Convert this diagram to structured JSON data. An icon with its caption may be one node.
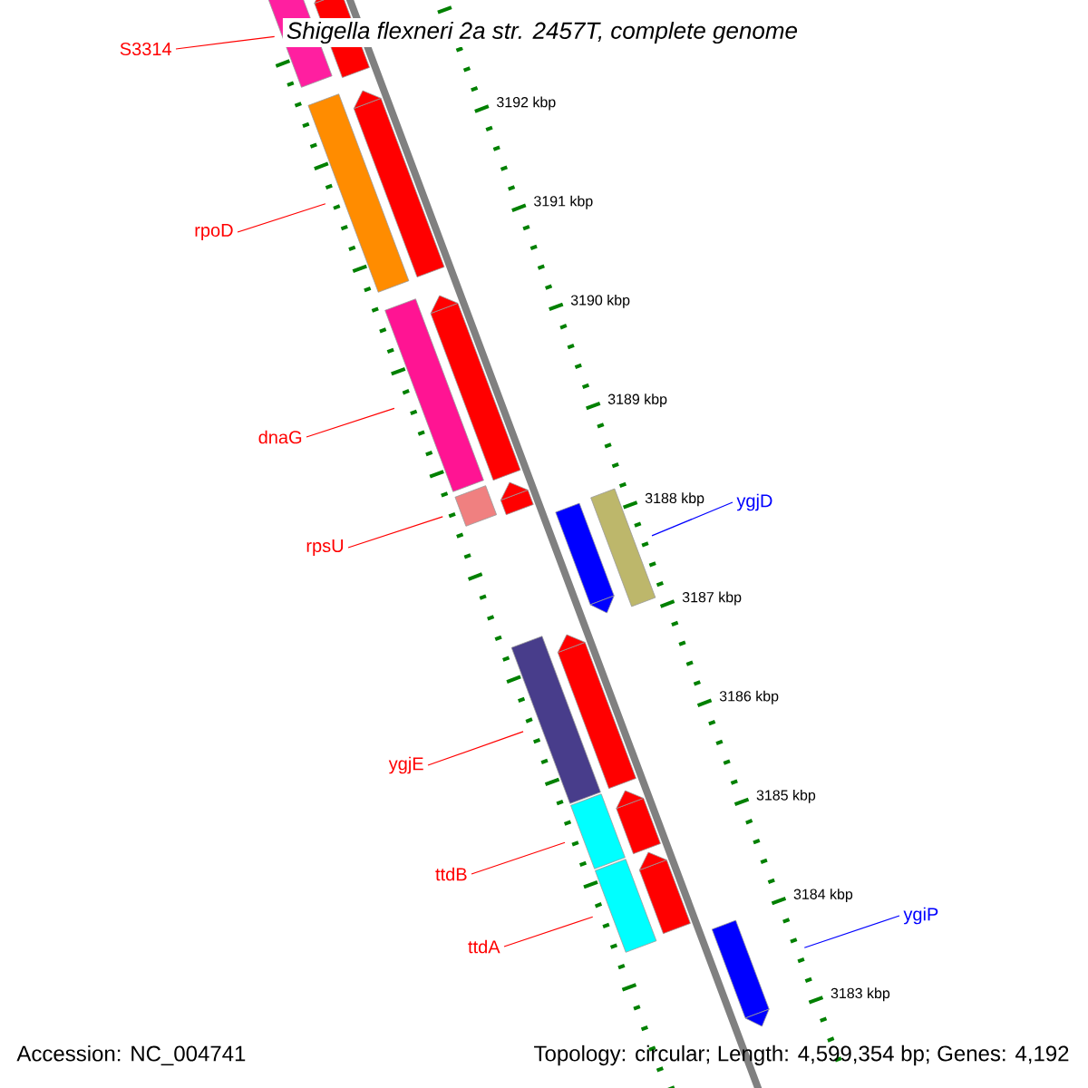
{
  "diagram": {
    "title": "Shigella flexneri 2a str. 2457T, complete genome",
    "nodes": [
      {
        "text": [
          "S3314"
        ]
      },
      {
        "text": [
          "rpoD"
        ]
      },
      {
        "text": [
          "dnaG"
        ]
      },
      {
        "text": [
          "rpsU"
        ]
      },
      {
        "text": [
          "ygjE"
        ]
      },
      {
        "text": [
          "ttdB"
        ]
      },
      {
        "text": [
          "ttdA"
        ]
      },
      {
        "text": [
          "ygjD"
        ]
      },
      {
        "text": [
          "ygiP"
        ]
      },
      {
        "text": [],
        "shape": "bar"
      },
      {
        "text": [],
        "shape": "bar"
      },
      {
        "text": [],
        "shape": "bar"
      },
      {
        "text": [],
        "shape": "bar"
      },
      {
        "text": [],
        "shape": "bar"
      },
      {
        "text": [],
        "shape": "bar"
      },
      {
        "text": [],
        "shape": "bar"
      },
      {
        "text": [],
        "shape": "bar"
      },
      {
        "text": [],
        "shape": "bar"
      },
      {
        "text": [],
        "shape": "bar"
      },
      {
        "text": [],
        "shape": "bar"
      },
      {
        "text": [],
        "shape": "bar"
      },
      {
        "text": [],
        "shape": "bar"
      },
      {
        "text": [],
        "shape": "bar"
      },
      {
        "text": [],
        "shape": "bar"
      },
      {
        "text": [],
        "shape": "bar"
      },
      {
        "text": [],
        "shape": "bar"
      }
    ],
    "edges": [
      {
        "from": 0,
        "to": 9,
        "arrow": "none"
      },
      {
        "from": 1,
        "to": 10,
        "arrow": "none"
      },
      {
        "from": 2,
        "to": 11,
        "arrow": "none"
      },
      {
        "from": 3,
        "to": 12,
        "arrow": "none"
      },
      {
        "from": 4,
        "to": 13,
        "arrow": "none"
      },
      {
        "from": 5,
        "to": 14,
        "arrow": "none"
      },
      {
        "from": 6,
        "to": 15,
        "arrow": "none"
      },
      {
        "from": 7,
        "to": 16,
        "arrow": "none",
        "color": "#0000ff"
      },
      {
        "from": 8,
        "to": 17,
        "arrow": "none",
        "color": "#0000ff"
      }
    ],
    "labels": [
      "3192 kbp",
      "3191 kbp",
      "3190 kbp",
      "3189 kbp",
      "3188 kbp",
      "3187 kbp",
      "3186 kbp",
      "3185 kbp",
      "3184 kbp",
      "3183 kbp",
      "Accession: NC_004741",
      "Topology: circular; Length: 4,599,354 bp; Genes: 4,192"
    ]
  }
}
